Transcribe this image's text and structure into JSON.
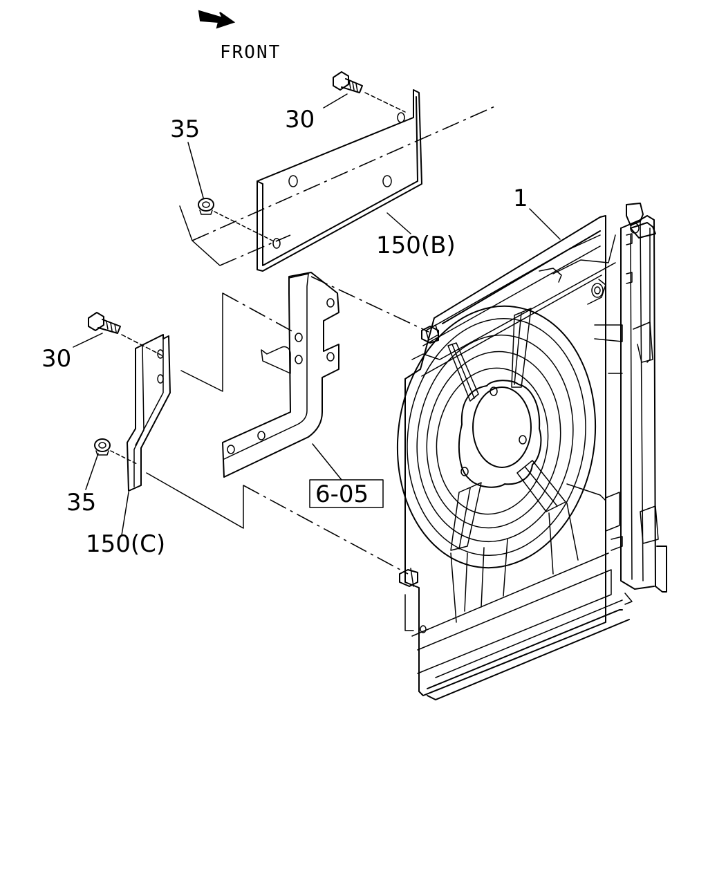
{
  "front_label": "FRONT",
  "labels": {
    "bolt_top": "30",
    "nut_top": "35",
    "bracket_b": "150(B)",
    "assembly": "1",
    "bolt_left": "30",
    "nut_left": "35",
    "bracket_c": "150(C)",
    "ref_box": "6-05"
  }
}
